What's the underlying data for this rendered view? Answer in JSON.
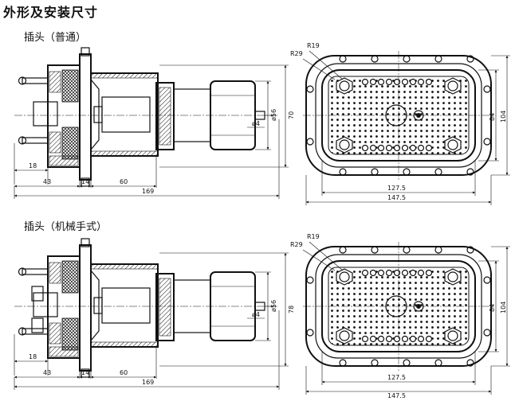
{
  "page_title": "外形及安装尺寸",
  "sections": [
    {
      "label": "插头（普通）",
      "dims": {
        "d18": "18",
        "d43": "43",
        "d14": "14",
        "d60": "60",
        "d169": "169",
        "phi56": "ø56",
        "phi4": "ø4",
        "h70": "70",
        "r29": "R29",
        "r19": "R19",
        "w127": "127.5",
        "w147": "147.5",
        "h84": "84",
        "h104": "104"
      }
    },
    {
      "label": "插头（机械手式）",
      "dims": {
        "d18": "18",
        "d43": "43",
        "d14": "14",
        "d60": "60",
        "d169": "169",
        "phi56": "ø56",
        "phi4": "ø4",
        "h78": "78",
        "r29": "R29",
        "r19": "R19",
        "w127": "127.5",
        "w147": "147.5",
        "h84": "84",
        "h104": "104"
      }
    }
  ]
}
